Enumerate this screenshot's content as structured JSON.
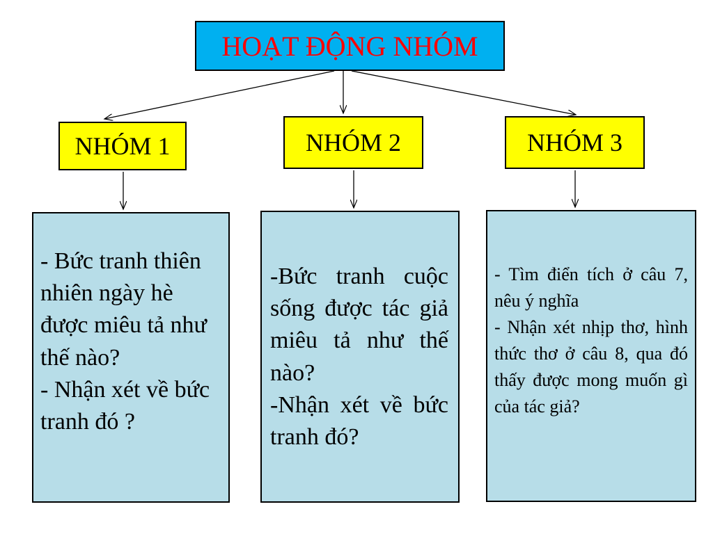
{
  "diagram": {
    "title": "HOẠT ĐỘNG NHÓM",
    "groups": [
      {
        "name": "NHÓM 1",
        "tasks": [
          "- Bức tranh thiên nhiên ngày hè được miêu tả như thế nào?",
          "- Nhận xét về bức tranh đó ?"
        ]
      },
      {
        "name": "NHÓM 2",
        "tasks": [
          "-Bức tranh cuộc sống được tác giả miêu tả như thế nào?",
          "-Nhận xét về bức tranh đó?"
        ]
      },
      {
        "name": "NHÓM 3",
        "tasks": [
          "- Tìm điển tích ở câu 7, nêu ý nghĩa",
          "- Nhận xét nhịp thơ, hình thức thơ ở câu 8, qua đó thấy được mong muốn gì của tác giả?"
        ]
      }
    ]
  },
  "colors": {
    "title_fill": "#00b0f0",
    "title_text": "#ff0000",
    "group_fill": "#ffff00",
    "task_fill": "#b7dde8",
    "border": "#000000"
  }
}
